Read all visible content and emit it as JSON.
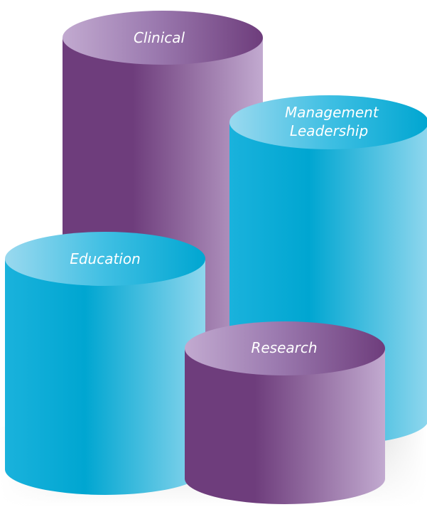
{
  "pillars": [
    {
      "id": "clinical",
      "lines": [
        "Clinical"
      ],
      "theme": "purple"
    },
    {
      "id": "management-leadership",
      "lines": [
        "Management",
        "Leadership"
      ],
      "theme": "cyan"
    },
    {
      "id": "education",
      "lines": [
        "Education"
      ],
      "theme": "cyan"
    },
    {
      "id": "research",
      "lines": [
        "Research"
      ],
      "theme": "purple"
    }
  ],
  "colors": {
    "purple_dark": "#6e3d7c",
    "purple_mid": "#8f6aa3",
    "purple_light": "#c2aad0",
    "cyan_dark": "#00a6d1",
    "cyan_mid": "#21b3dc",
    "cyan_light": "#8fd7ee",
    "floor_shadow": "#e4e4e4"
  }
}
